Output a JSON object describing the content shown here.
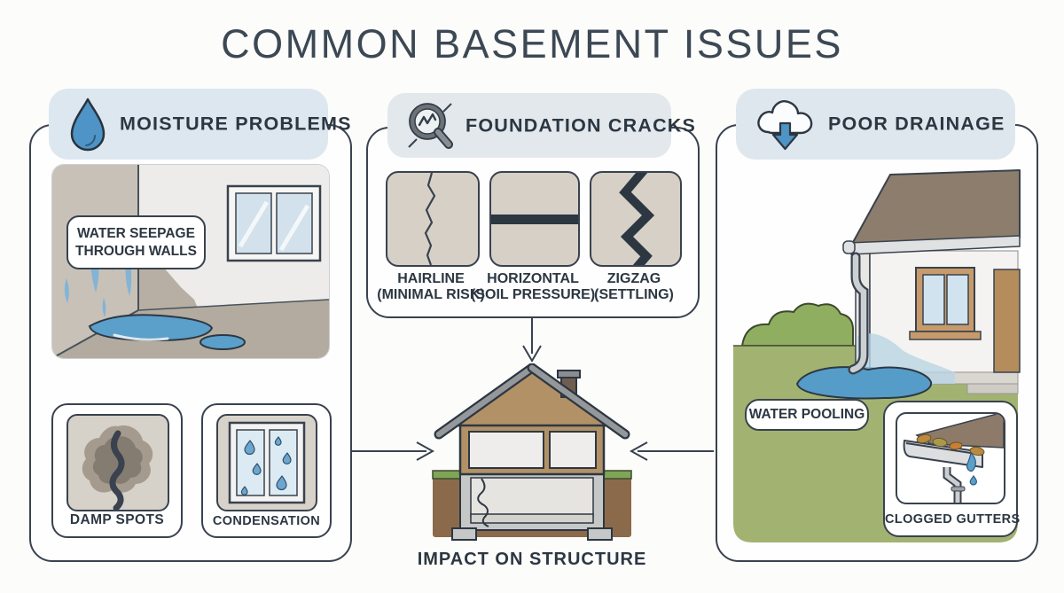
{
  "title": "COMMON BASEMENT ISSUES",
  "panels": {
    "moisture": {
      "header": "MOISTURE PROBLEMS",
      "icon": "water-drop-icon",
      "scene_label": "WATER SEEPAGE THROUGH WALLS",
      "cards": [
        {
          "label": "DAMP SPOTS"
        },
        {
          "label": "CONDENSATION"
        }
      ]
    },
    "foundation": {
      "header": "FOUNDATION CRACKS",
      "icon": "magnifier-crack-icon",
      "crack_types": [
        {
          "name": "HAIRLINE",
          "note": "(MINIMAL RISK)"
        },
        {
          "name": "HORIZONTAL",
          "note": "(SOIL PRESSURE)"
        },
        {
          "name": "ZIGZAG",
          "note": "(SETTLING)"
        }
      ]
    },
    "drainage": {
      "header": "POOR DRAINAGE",
      "icon": "rain-cloud-down-arrow-icon",
      "scene_label": "WATER POOLING",
      "inset_label": "CLOGGED GUTTERS"
    }
  },
  "center": {
    "label": "IMPACT ON STRUCTURE"
  },
  "colors": {
    "outline": "#39424e",
    "text": "#2c3742",
    "header_pill_blue": "#dde7f0",
    "header_pill_gray": "#e3e8ed",
    "accent_blue": "#4e94c6",
    "water_blue": "#5b9fcb",
    "crack_card_bg": "#d7d0c7",
    "crack_dark": "#2d3742",
    "house_tan": "#b29167",
    "roof_gray": "#95989b",
    "roof_brown": "#8d7d6c",
    "soil_brown": "#8a6a4b",
    "grass_green": "#a2b371",
    "lawn_strip_green": "#7fa557"
  }
}
